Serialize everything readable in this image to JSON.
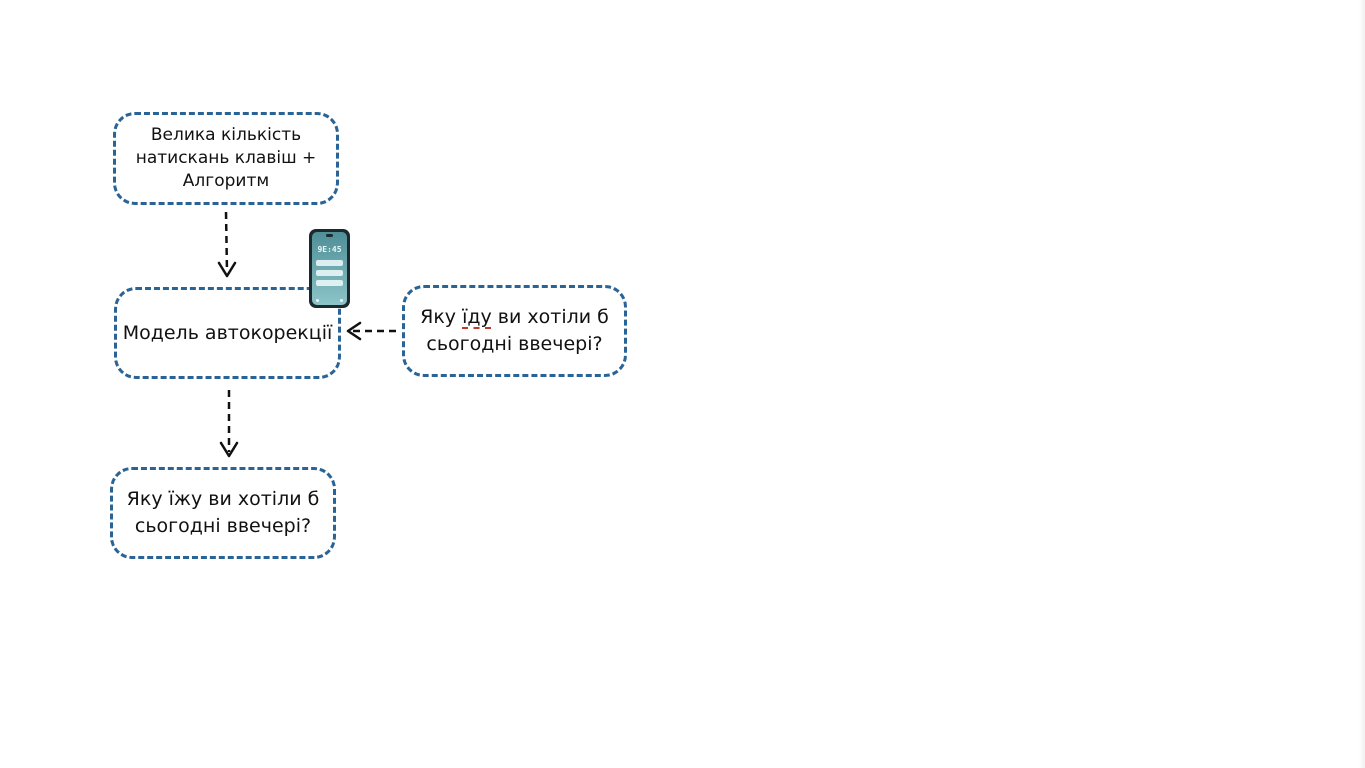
{
  "diagram": {
    "input_box": {
      "line1": "Велика кількість",
      "line2": "натискань клавіш +",
      "line3": "Алгоритм"
    },
    "model_box": {
      "label": "Модель автокорекції"
    },
    "query_box": {
      "line1_before": "Яку ",
      "line1_error": "їду",
      "line1_after": " ви хотіли б",
      "line2": "сьогодні ввечері?"
    },
    "output_box": {
      "line1": "Яку їжу ви хотіли б",
      "line2": "сьогодні ввечері?"
    },
    "phone": {
      "time": "9E:45",
      "icon": "smartphone-icon"
    }
  },
  "colors": {
    "box_border": "#2a6496",
    "arrow": "#111111",
    "error_underline": "#c0392b"
  }
}
